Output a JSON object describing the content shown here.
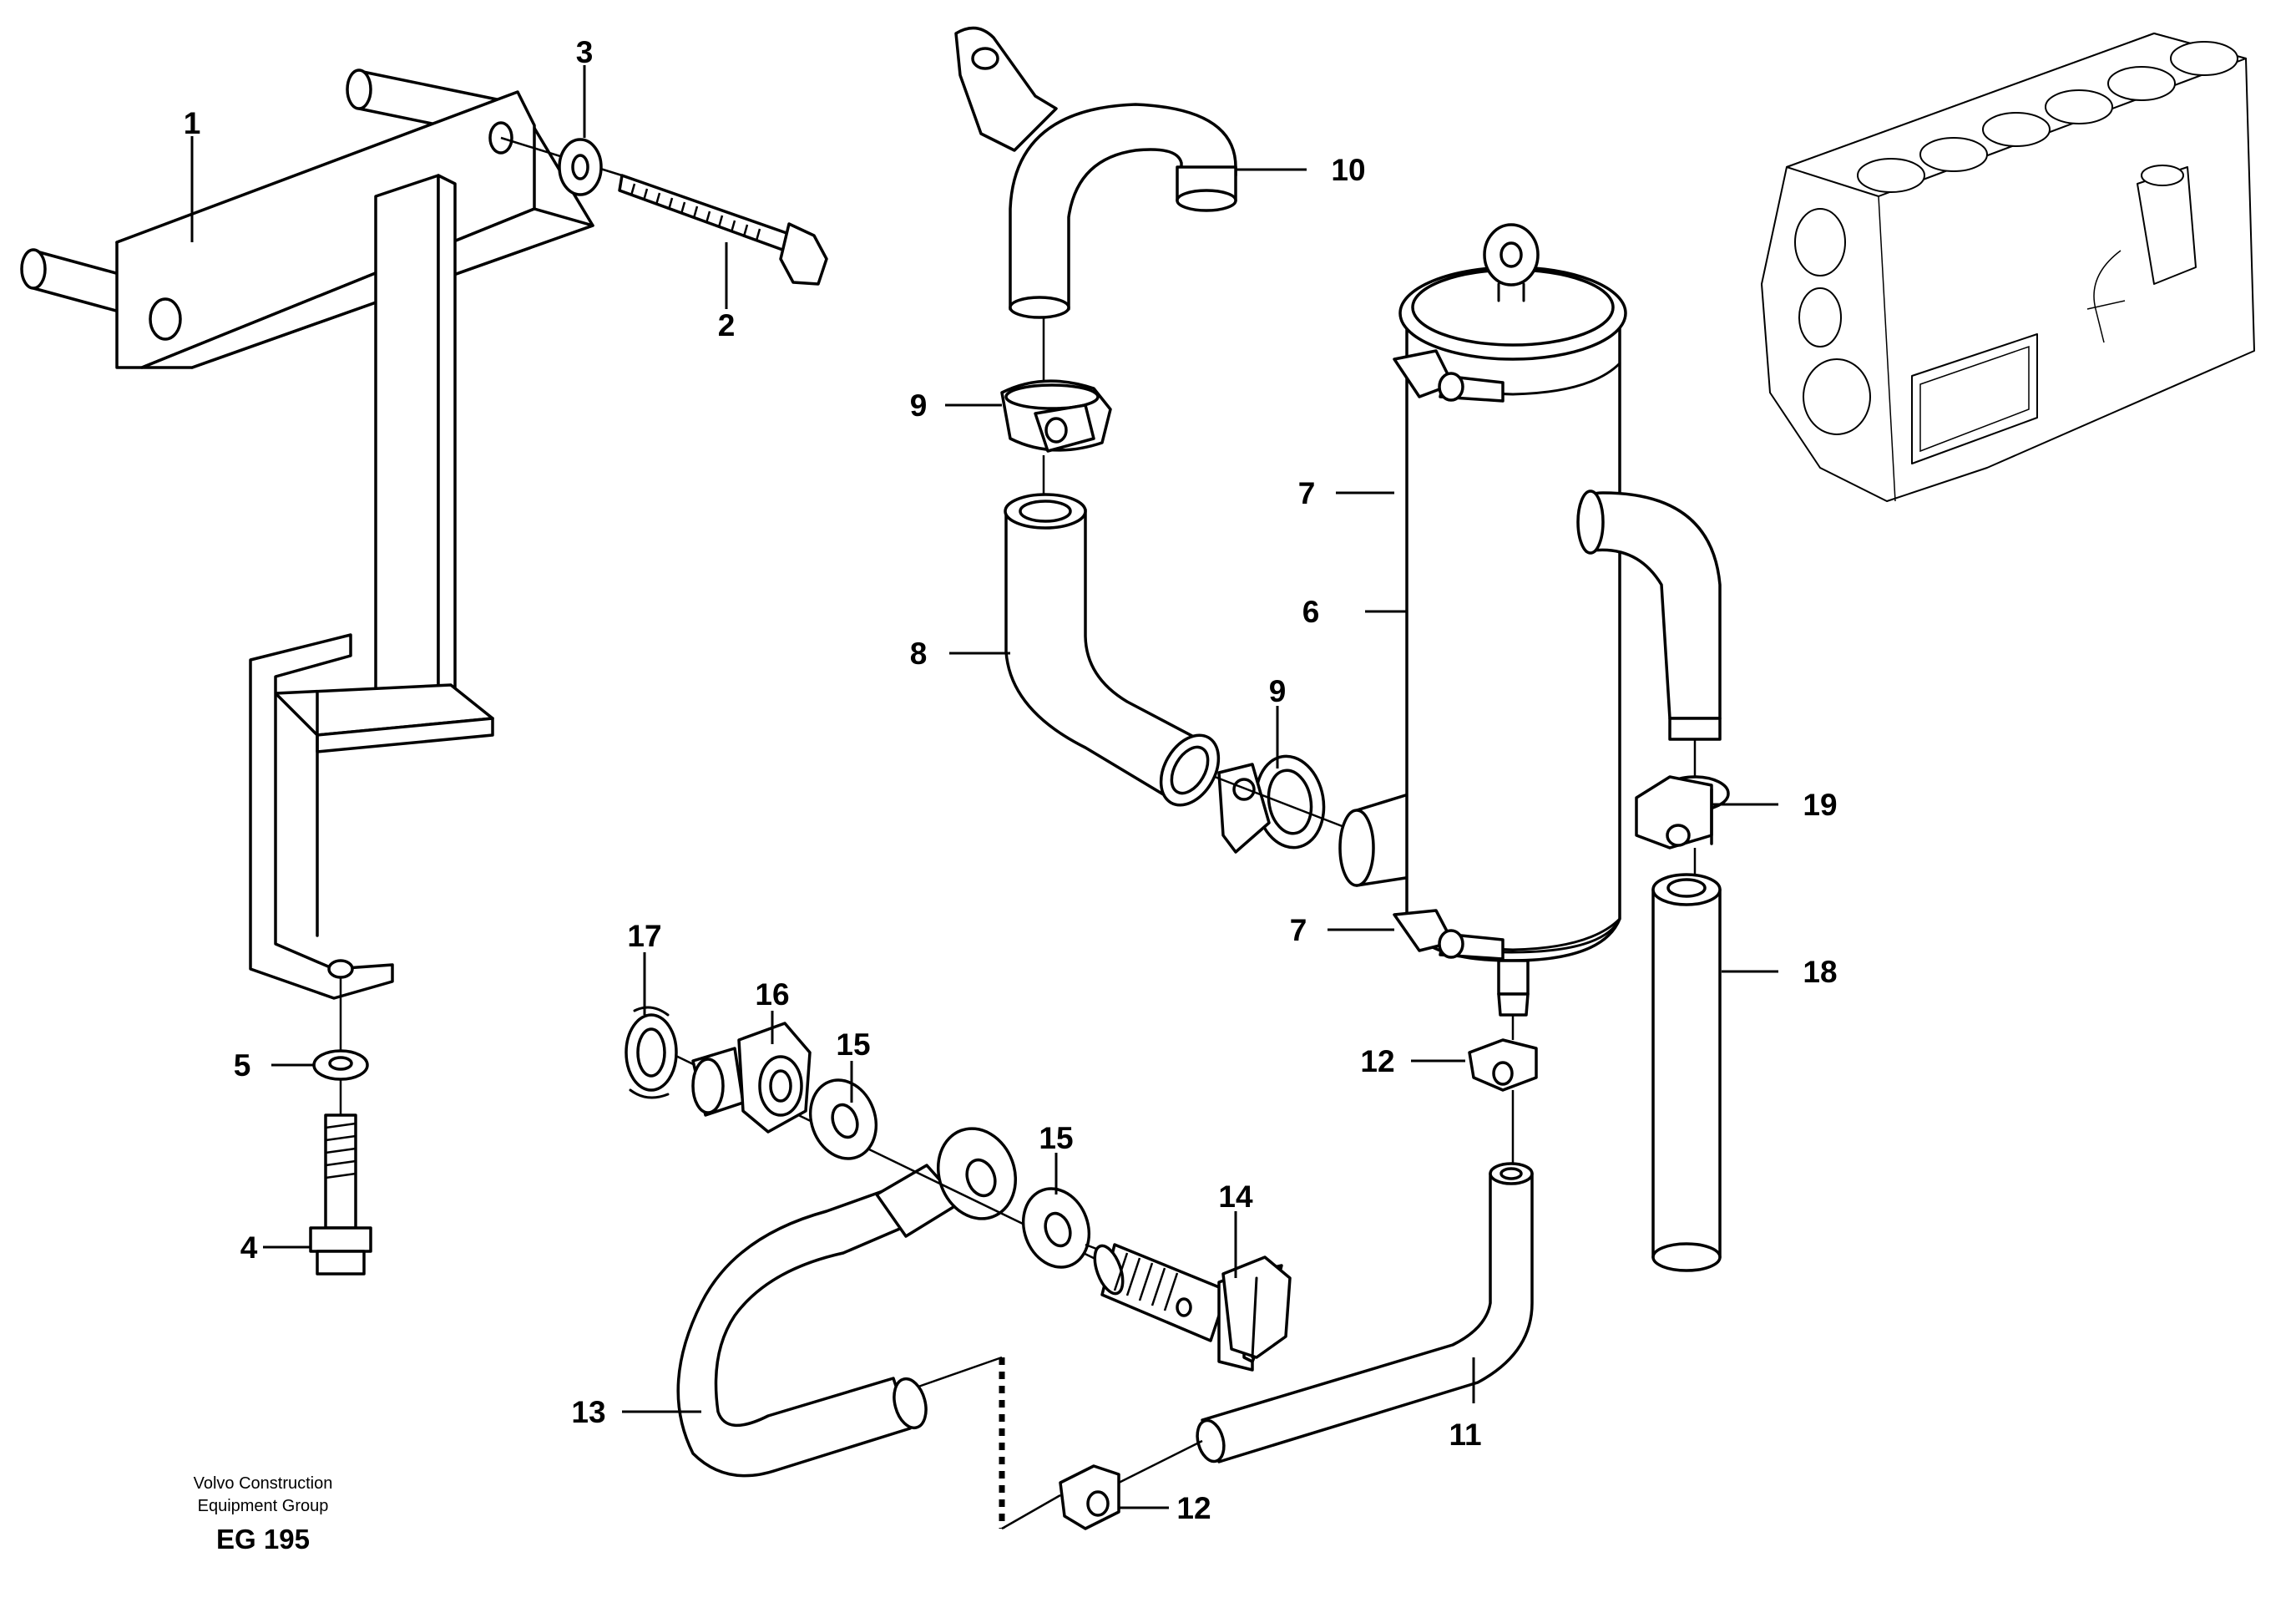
{
  "callouts": {
    "c1": "1",
    "c2": "2",
    "c3": "3",
    "c4": "4",
    "c5": "5",
    "c6": "6",
    "c7a": "7",
    "c7b": "7",
    "c8": "8",
    "c9a": "9",
    "c9b": "9",
    "c10": "10",
    "c11": "11",
    "c12a": "12",
    "c12b": "12",
    "c13": "13",
    "c14": "14",
    "c15a": "15",
    "c15b": "15",
    "c16": "16",
    "c17": "17",
    "c18": "18",
    "c19": "19"
  },
  "footer": {
    "company_line1": "Volvo Construction",
    "company_line2": "Equipment Group",
    "code": "EG 195"
  }
}
